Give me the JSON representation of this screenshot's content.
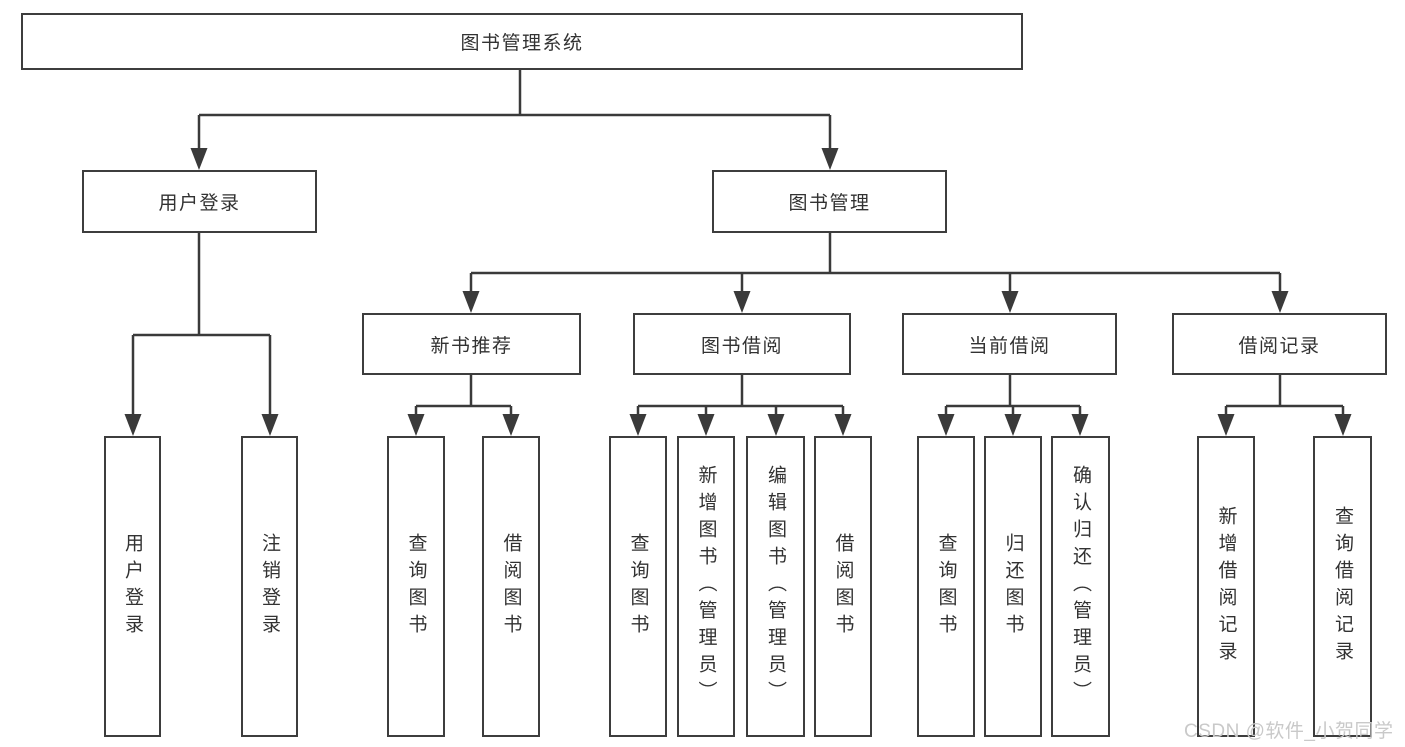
{
  "root": {
    "label": "图书管理系统"
  },
  "level2": [
    {
      "label": "用户登录"
    },
    {
      "label": "图书管理"
    }
  ],
  "level3": [
    {
      "label": "新书推荐"
    },
    {
      "label": "图书借阅"
    },
    {
      "label": "当前借阅"
    },
    {
      "label": "借阅记录"
    }
  ],
  "leaves": {
    "login": [
      "用户登录",
      "注销登录"
    ],
    "recommend": [
      "查询图书",
      "借阅图书"
    ],
    "borrow": [
      "查询图书",
      "新增图书（管理员）",
      "编辑图书（管理员）",
      "借阅图书"
    ],
    "current": [
      "查询图书",
      "归还图书",
      "确认归还（管理员）"
    ],
    "records": [
      "新增借阅记录",
      "查询借阅记录"
    ]
  },
  "watermark": "CSDN @软件_小贺同学",
  "colors": {
    "line": "#3a3a3a",
    "box_border": "#3d3d3d",
    "text": "#323232",
    "background": "#ffffff",
    "watermark_text": "#c9c9c9"
  }
}
